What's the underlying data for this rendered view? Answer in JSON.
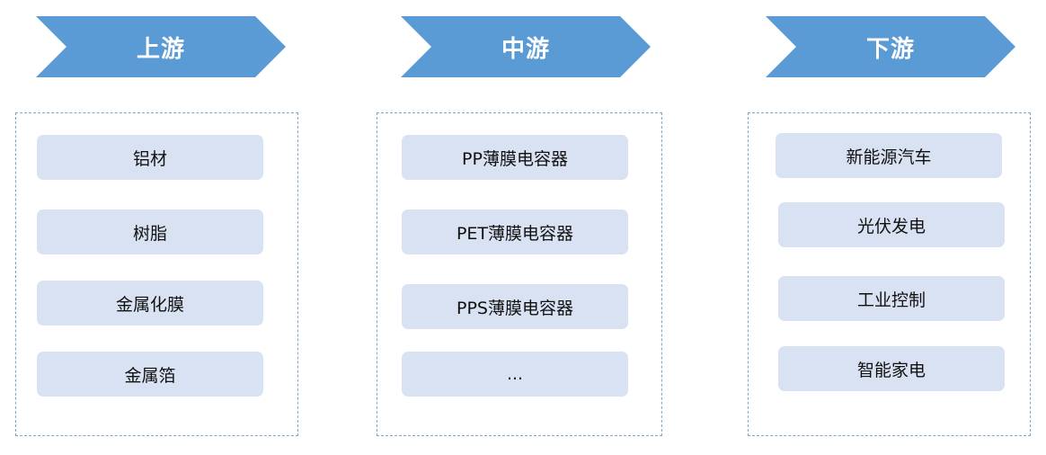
{
  "stages": [
    {
      "title": "上游",
      "items": [
        "铝材",
        "树脂",
        "金属化膜",
        "金属箔"
      ]
    },
    {
      "title": "中游",
      "items": [
        "PP薄膜电容器",
        "PET薄膜电容器",
        "PPS薄膜电容器",
        "..."
      ]
    },
    {
      "title": "下游",
      "items": [
        "新能源汽车",
        "光伏发电",
        "工业控制",
        "智能家电"
      ]
    }
  ],
  "colors": {
    "chevron": "#5b9bd5",
    "item_bg": "#d9e2f3",
    "panel_border": "#7ea6cf"
  }
}
